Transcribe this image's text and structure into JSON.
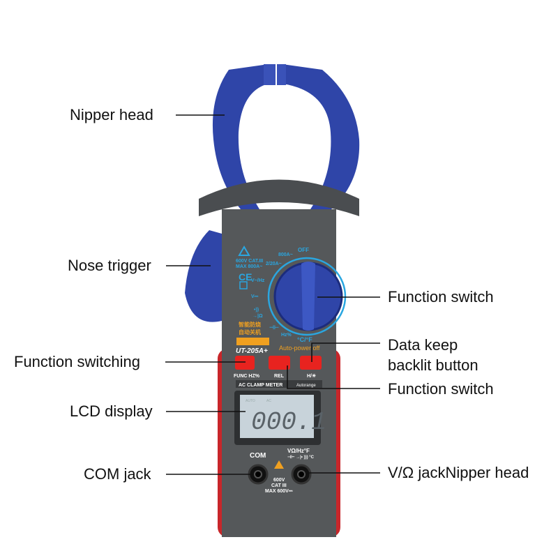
{
  "callouts": {
    "nipper_head": "Nipper head",
    "nose_trigger": "Nose trigger",
    "function_switch_dial": "Function switch",
    "function_switching": "Function switching",
    "data_keep_line1": "Data keep",
    "data_keep_line2": "backlit button",
    "function_switch_rel": "Function switch",
    "lcd_display": "LCD display",
    "com_jack": "COM jack",
    "v_ohm_jack": "V/Ω jackNipper head"
  },
  "device": {
    "rating": "600V CAT.III",
    "max_current": "MAX 800A~",
    "ce_mark": "CE",
    "dial_labels": [
      "OFF",
      "800A~",
      "2/20A~",
      "V~/Hz",
      "V⎓",
      "•))",
      "→|Ω",
      "⊣⊢",
      "Hz%",
      "°C/°F"
    ],
    "chinese_text_1": "智能防烧",
    "chinese_text_2": "自动关机",
    "model": "UT-205A+",
    "auto_power_off": "Auto-power off",
    "buttons": [
      "FUNC HZ%",
      "REL",
      "H/☀"
    ],
    "meter_type": "AC CLAMP METER",
    "autorange": "Autorange",
    "lcd_reading": "000.1",
    "lcd_indicators": [
      "AUTO",
      "AC"
    ],
    "com_label": "COM",
    "v_jack_label": "VΩ/Hz°F",
    "v_jack_sublabel": "⊣⊢ →|• ))) °C",
    "jack_rating_1": "600V",
    "jack_rating_2": "CAT III",
    "jack_rating_3": "MAX 600V⎓"
  },
  "colors": {
    "clamp_blue": "#2f45a8",
    "body_gray": "#55585a",
    "button_red": "#e8231f",
    "accent_cyan": "#2aa6e0",
    "accent_orange": "#f0a020",
    "lcd": "#c8d3da"
  }
}
